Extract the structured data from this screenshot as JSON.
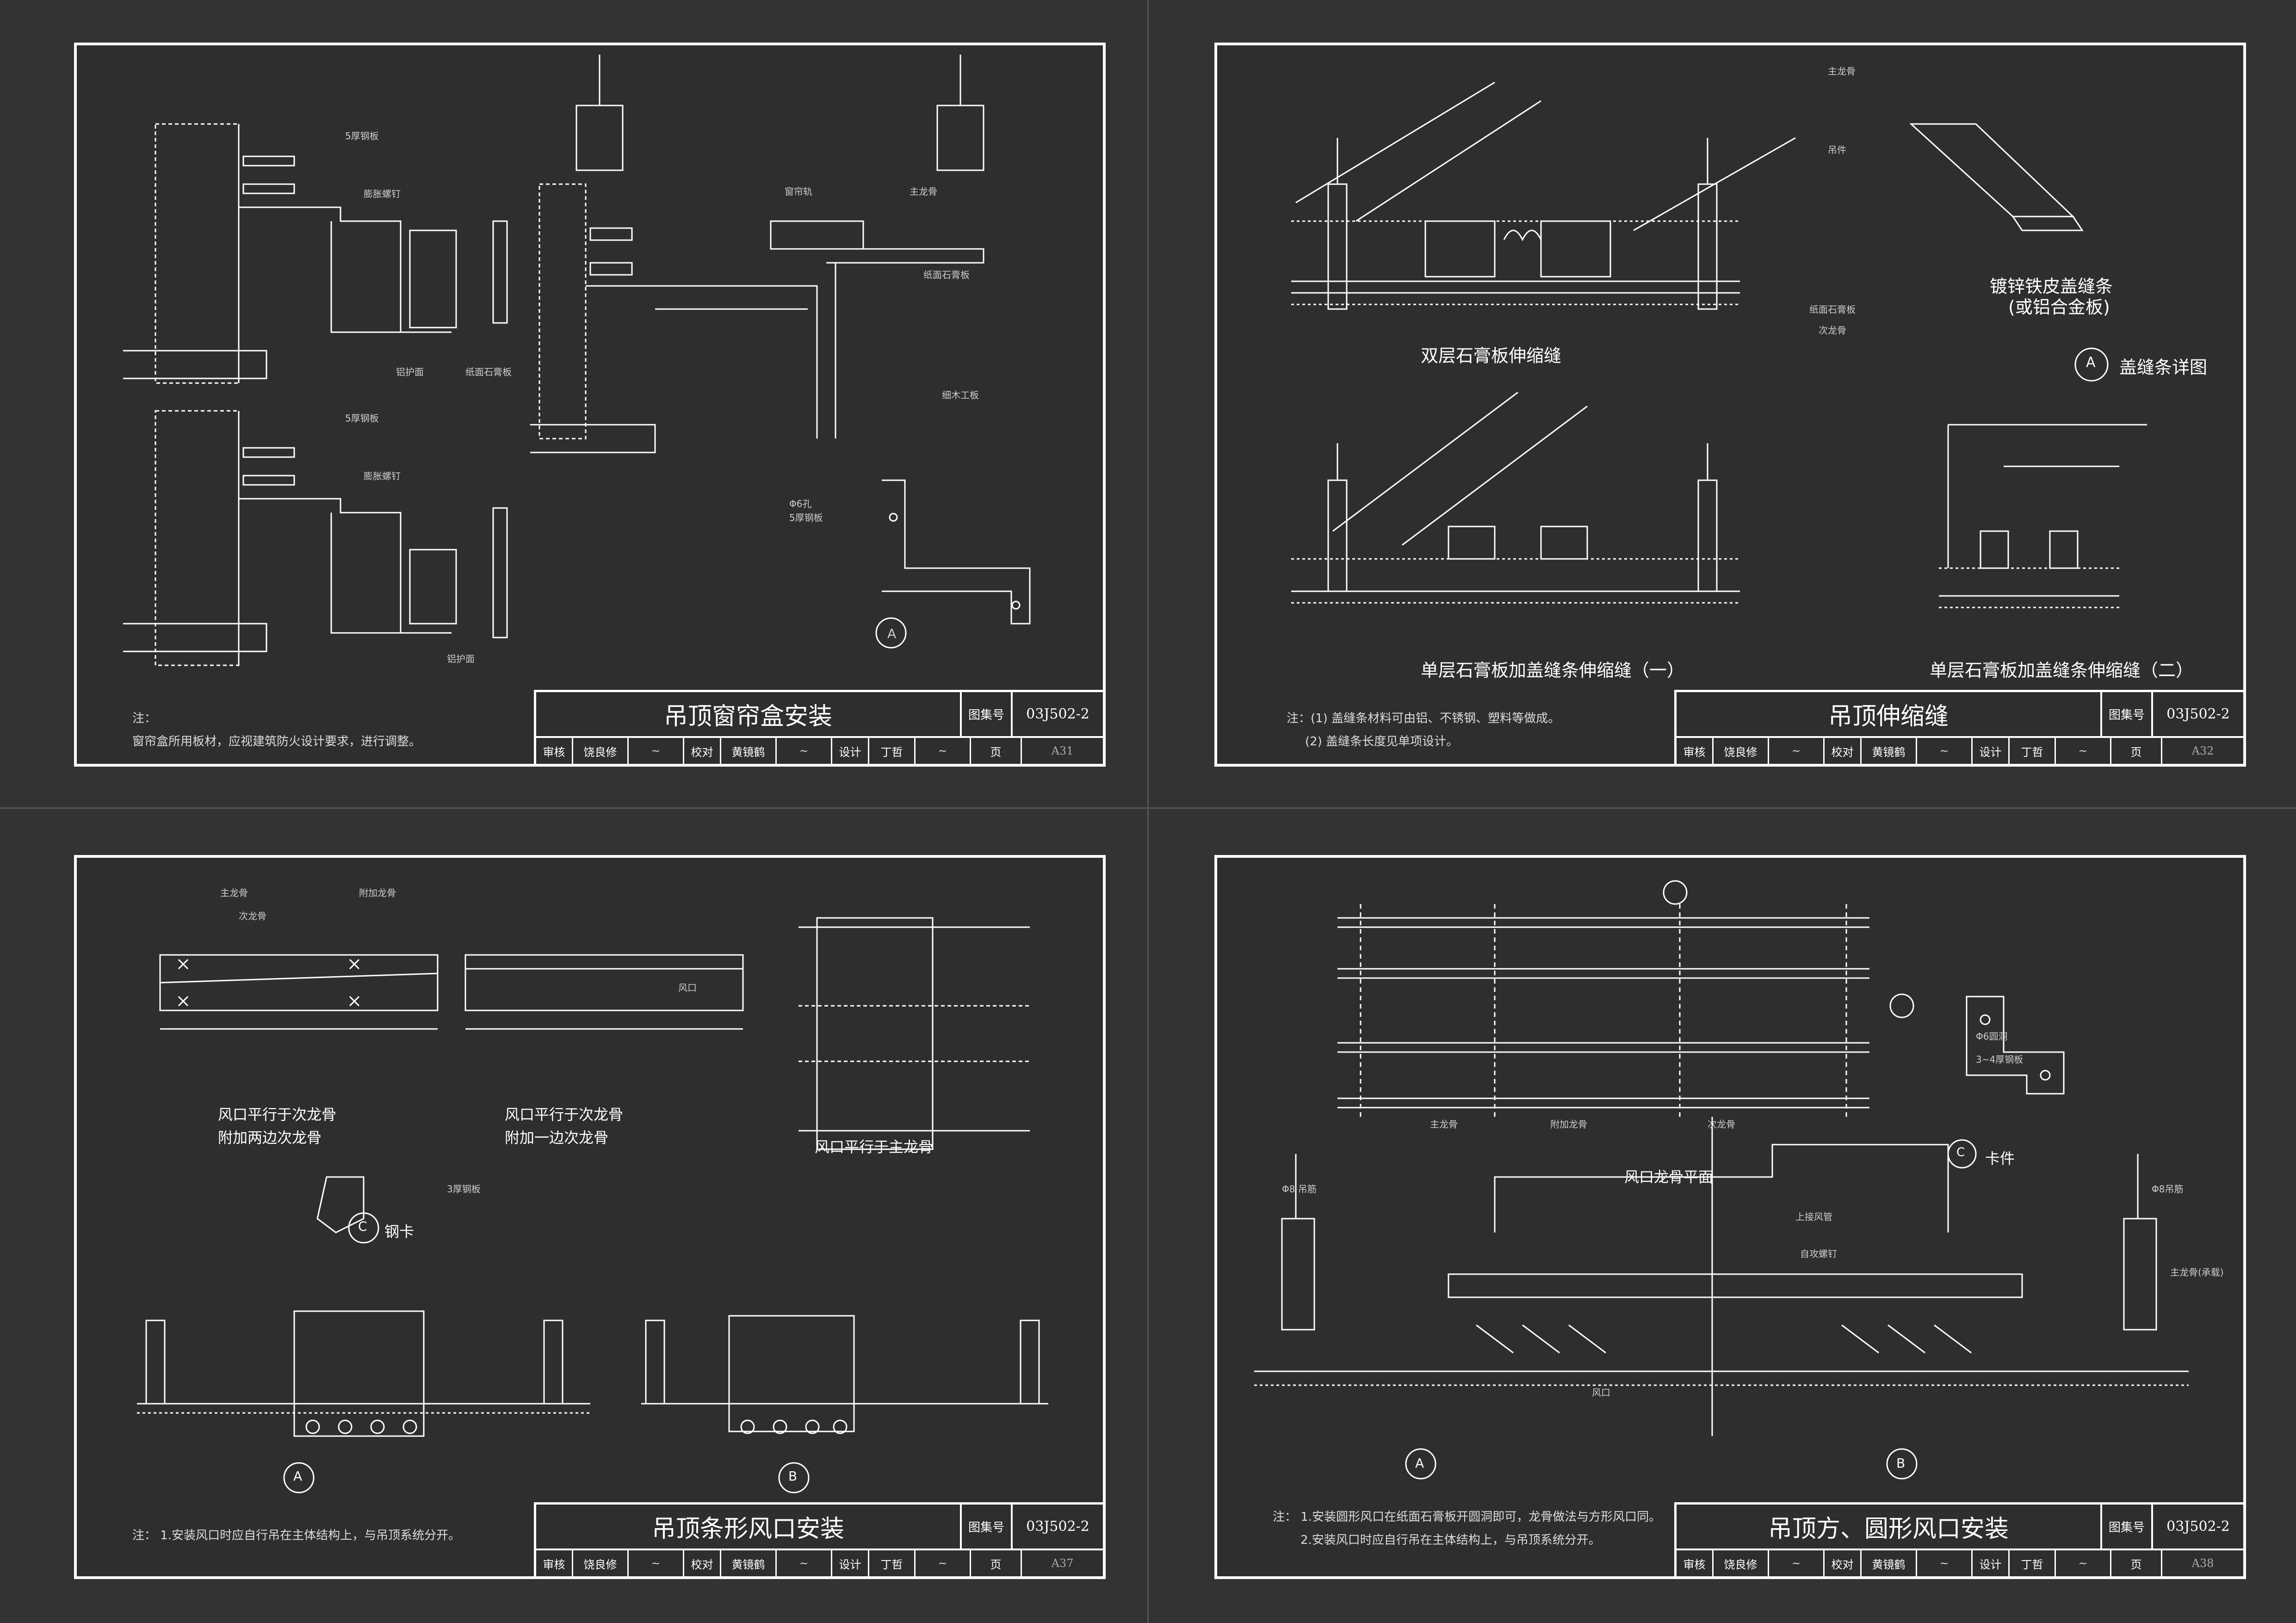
{
  "sheets": [
    {
      "title": "吊顶窗帘盒安装",
      "atlas_label": "图集号",
      "atlas_no": "03J502-2",
      "page_label": "页",
      "page_no": "A31",
      "notes": [
        "注：",
        "窗帘盒所用板材，应视建筑防火设计要求，进行调整。"
      ],
      "labels": {
        "steel_plate_1": "5厚钢板",
        "expansion_bolt_1": "膨胀螺钉",
        "wall_plate_1": "铝护面",
        "gypsum_1": "纸面石膏板",
        "steel_plate_2": "5厚钢板",
        "expansion_bolt_2": "膨胀螺钉",
        "wall_plate_2": "铝护面",
        "curtain_track": "窗帘轨",
        "main_keel": "主龙骨",
        "gypsum_2": "纸面石膏板",
        "wood_board": "细木工板",
        "hole": "Φ6孔",
        "steel_plate_3": "5厚钢板",
        "detail_a": "A"
      }
    },
    {
      "title": "吊顶伸缩缝",
      "atlas_label": "图集号",
      "atlas_no": "03J502-2",
      "page_label": "页",
      "page_no": "A32",
      "notes": [
        "注：(1) 盖缝条材料可由铝、不锈钢、塑料等做成。",
        "(2) 盖缝条长度见单项设计。"
      ],
      "labels": {
        "double_layer": "双层石膏板伸缩缝",
        "cover_strip_1": "镀锌铁皮盖缝条",
        "cover_strip_2": "(或铝合金板)",
        "cover_detail": "盖缝条详图",
        "single_one": "单层石膏板加盖缝条伸缩缝（一）",
        "single_two": "单层石膏板加盖缝条伸缩缝（二）",
        "main_keel": "主龙骨",
        "secondary_keel": "次龙骨",
        "hanger": "吊件",
        "gypsum": "纸面石膏板",
        "detail_a": "A"
      }
    },
    {
      "title": "吊顶条形风口安装",
      "atlas_label": "图集号",
      "atlas_no": "03J502-2",
      "page_label": "页",
      "page_no": "A37",
      "notes": [
        "注：  1.安装风口时应自行吊在主体结构上，与吊顶系统分开。"
      ],
      "labels": {
        "parallel_sec_a1": "风口平行于次龙骨",
        "parallel_sec_a2": "附加两边次龙骨",
        "parallel_sec_b1": "风口平行于次龙骨",
        "parallel_sec_b2": "附加一边次龙骨",
        "parallel_main": "风口平行于主龙骨",
        "steel_clip": "钢卡",
        "steel_3mm": "3厚钢板",
        "main_keel": "主龙骨",
        "secondary_keel": "次龙骨",
        "extra_keel": "附加龙骨",
        "vent": "风口",
        "detail_a": "A",
        "detail_b": "B",
        "detail_c": "C"
      }
    },
    {
      "title": "吊顶方、圆形风口安装",
      "atlas_label": "图集号",
      "atlas_no": "03J502-2",
      "page_label": "页",
      "page_no": "A38",
      "notes": [
        "注：  1.安装圆形风口在纸面石膏板开圆洞即可，龙骨做法与方形风口同。",
        "2.安装风口时应自行吊在主体结构上，与吊顶系统分开。"
      ],
      "labels": {
        "keel_plan": "风口龙骨平面",
        "clip": "卡件",
        "hole": "Φ6圆洞",
        "steel_plate": "3~4厚钢板",
        "hanger_8": "Φ8 吊筋",
        "hanger_8b": "Φ8吊筋",
        "main_keel": "主龙骨",
        "extra_keel": "附加龙骨",
        "secondary_keel": "次龙骨",
        "upper_duct": "上接风管",
        "tap_screw": "自攻螺钉",
        "vent": "风口",
        "main_load": "主龙骨(承载)",
        "detail_a": "A",
        "detail_b": "B",
        "detail_c": "C"
      }
    }
  ],
  "signoff": {
    "review": "审核",
    "reviewer": "饶良修",
    "check": "校对",
    "checker": "黄镜鹤",
    "design": "设计",
    "designer": "丁哲"
  }
}
